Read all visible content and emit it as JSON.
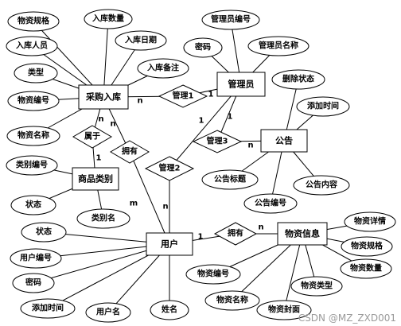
{
  "entities": {
    "caigou": "采购入库",
    "guanliyuan": "管理员",
    "gonggao": "公告",
    "leibie": "商品类别",
    "yonghu": "用户",
    "wuzi": "物资信息"
  },
  "relationships": {
    "gl1": "管理1",
    "gl2": "管理2",
    "gl3": "管理3",
    "shuyu": "属于",
    "yongyou1": "拥有",
    "yongyou2": "拥有"
  },
  "attributes": {
    "cg_gg": "物资规格",
    "cg_sl": "入库数量",
    "cg_rq": "入库日期",
    "cg_ry": "入库人员",
    "cg_bz": "入库备注",
    "cg_lx": "类型",
    "cg_bh": "物资编号",
    "cg_mc": "物资名称",
    "gly_bh": "管理员编号",
    "gly_mm": "密码",
    "gly_mc": "管理员名称",
    "gg_zt": "删除状态",
    "gg_sj": "添加时间",
    "gg_bt": "公告标题",
    "gg_nr": "公告内容",
    "gg_bh": "公告编号",
    "lb_bh": "类别编号",
    "lb_zt": "状态",
    "lb_mc": "类别名",
    "yh_zt": "状态",
    "yh_bh": "用户编号",
    "yh_mm": "密码",
    "yh_sj": "添加时间",
    "yh_yhm": "用户名",
    "yh_xm": "姓名",
    "wz_xq": "物资详情",
    "wz_gg": "物资规格",
    "wz_sl": "物资数量",
    "wz_bh": "物资编号",
    "wz_mc": "物资名称",
    "wz_lx": "物资类型",
    "wz_fm": "物资封面"
  },
  "cardinalities": {
    "c1": "n",
    "c2": "1",
    "c3": "1",
    "c4": "n",
    "c5": "1",
    "c6": "n",
    "c7": "n",
    "c8": "1",
    "c9": "m",
    "c10": "n",
    "c11": "1",
    "c12": "n"
  },
  "watermark": "CSDN @MZ_ZXD001"
}
